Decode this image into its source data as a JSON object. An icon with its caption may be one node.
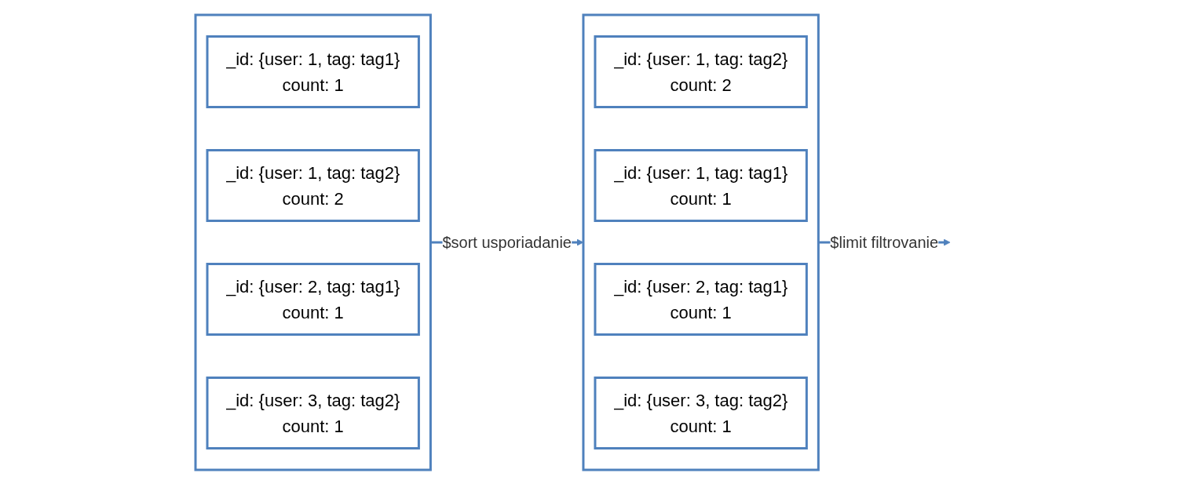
{
  "diagram": {
    "nodes": [
      {
        "text": [],
        "shape": "box"
      },
      {
        "text": [
          "_id: {user: 1, tag: tag1}",
          "count: 1"
        ],
        "in": 0
      },
      {
        "text": [
          "_id: {user: 1, tag: tag2}",
          "count: 2"
        ],
        "in": 0
      },
      {
        "text": [
          "_id: {user: 2, tag: tag1}",
          "count: 1"
        ],
        "in": 0
      },
      {
        "text": [
          "_id: {user: 3, tag: tag2}",
          "count: 1"
        ],
        "in": 0
      },
      {
        "text": [],
        "shape": "box"
      },
      {
        "text": [
          "_id: {user: 1, tag: tag2}",
          "count: 2"
        ],
        "in": 5
      },
      {
        "text": [
          "_id: {user: 1, tag: tag1}",
          "count: 1"
        ],
        "in": 5
      },
      {
        "text": [
          "_id: {user: 2, tag: tag1}",
          "count: 1"
        ],
        "in": 5
      },
      {
        "text": [
          "_id: {user: 3, tag: tag2}",
          "count: 1"
        ],
        "in": 5
      }
    ],
    "edges": [
      {
        "from": 0,
        "to": 5,
        "arrow": "to",
        "label": "$sort usporiadanie"
      },
      {
        "from": 5,
        "to": null,
        "arrow": "to",
        "label": "$limit filtrovanie"
      }
    ]
  }
}
